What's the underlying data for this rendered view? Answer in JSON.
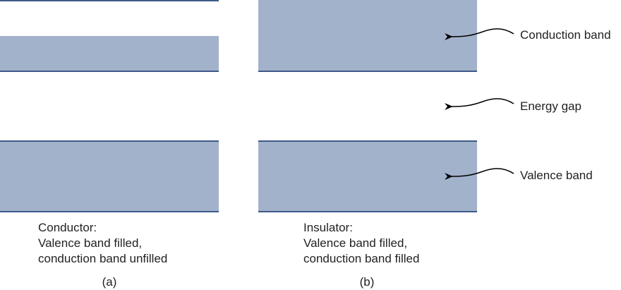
{
  "colors": {
    "band_fill": "#a3b2cb",
    "band_edge": "#3e5a8a",
    "arrow": "#000000"
  },
  "panels": [
    {
      "id": "a",
      "caption": [
        "Conductor:",
        "Valence band filled,",
        "conduction band unfilled"
      ],
      "letter": "(a)"
    },
    {
      "id": "b",
      "caption": [
        "Insulator:",
        "Valence band filled,",
        "conduction band filled"
      ],
      "letter": "(b)"
    }
  ],
  "annotations": {
    "conduction": "Conduction band",
    "gap": "Energy gap",
    "valence": "Valence band"
  }
}
